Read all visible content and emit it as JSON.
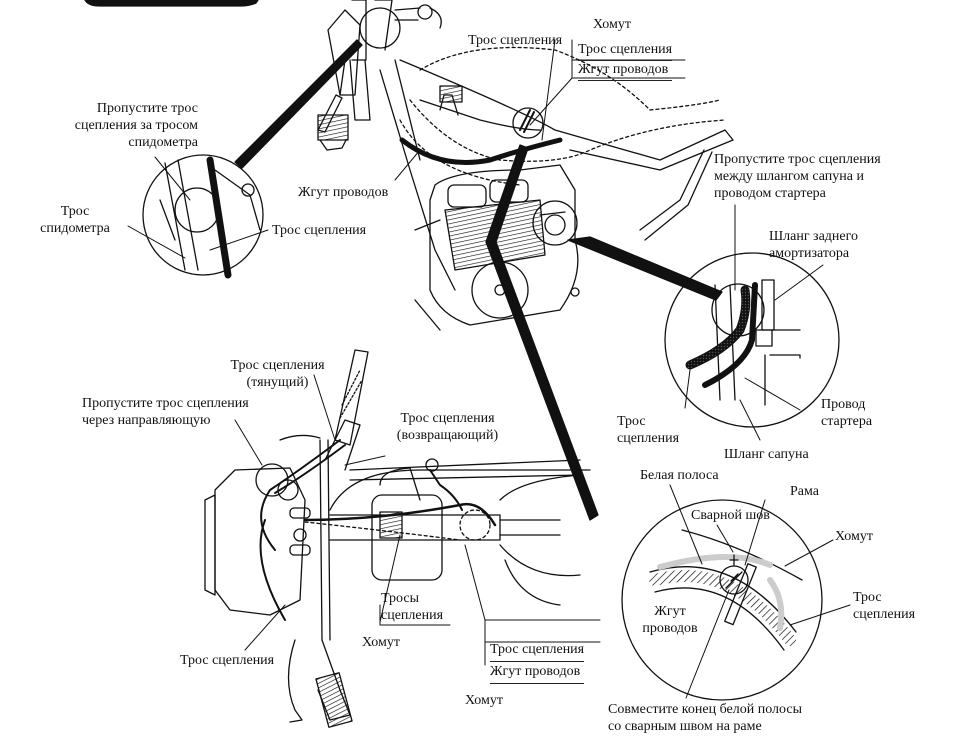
{
  "diagram": {
    "subject": "Clutch cable routing",
    "ink_color": "#111111",
    "background_color": "#ffffff"
  },
  "labels": {
    "top_clamp": "Хомут",
    "top_clutch_cable": "Трос сцепления",
    "top_stack": [
      "Трос сцепления",
      "Жгут проводов"
    ],
    "wire_harness_main": "Жгут проводов",
    "speedo_callout": {
      "instruction": [
        "Пропустите трос",
        "сцепления за тросом",
        "спидометра"
      ],
      "speedo_cable": [
        "Трос",
        "спидометра"
      ],
      "clutch_cable": "Трос сцепления"
    },
    "breather_callout": {
      "instruction": [
        "Пропустите трос сцепления",
        "между шлангом сапуна и",
        "проводом стартера"
      ],
      "rear_shock_hose": [
        "Шланг заднего",
        "амортизатора"
      ],
      "clutch_cable": [
        "Трос",
        "сцепления"
      ],
      "starter_wire": [
        "Провод",
        "стартера"
      ],
      "breather_hose": "Шланг сапуна"
    },
    "handlebar_view": {
      "clutch_cable_pull": [
        "Трос сцепления",
        "(тянущий)"
      ],
      "guide_instruction": [
        "Пропустите трос сцепления",
        "через направляющую"
      ],
      "clutch_cable_return": [
        "Трос сцепления",
        "(возвращающий)"
      ],
      "clutch_cables": [
        "Тросы",
        "сцепления"
      ],
      "clamp_1": "Хомут",
      "clutch_cable_lower": "Трос сцепления",
      "stack": [
        "Трос сцепления",
        "Жгут проводов"
      ],
      "clamp_2": "Хомут"
    },
    "weld_callout": {
      "white_stripe": "Белая полоса",
      "frame": "Рама",
      "weld_seam": "Сварной шов",
      "clamp": "Хомут",
      "wire_harness": [
        "Жгут",
        "проводов"
      ],
      "clutch_cable": [
        "Трос",
        "сцепления"
      ],
      "instruction": [
        "Совместите конец белой полосы",
        "со сварным швом на раме"
      ]
    }
  }
}
